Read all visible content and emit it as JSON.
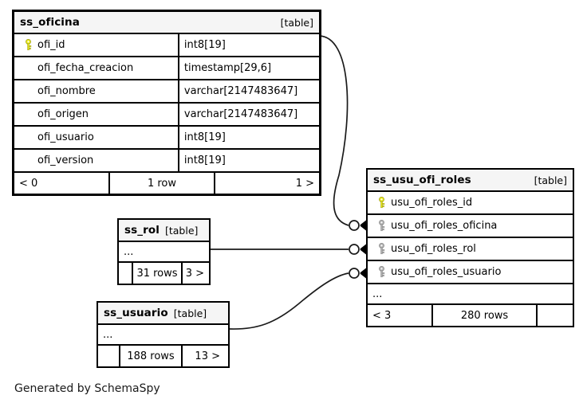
{
  "diagram": {
    "generator_caption": "Generated by SchemaSpy",
    "table_tag": "[table]",
    "ellipsis": "...",
    "colors": {
      "primary_key": "#e8e817",
      "foreign_key": "#b0b0b0",
      "border": "#000000",
      "header_background": "#f5f5f5",
      "background": "#ffffff"
    }
  },
  "tables": {
    "ss_oficina": {
      "name": "ss_oficina",
      "tag": "[table]",
      "columns": [
        {
          "key": "primary",
          "name": "ofi_id",
          "type": "int8[19]"
        },
        {
          "key": "none",
          "name": "ofi_fecha_creacion",
          "type": "timestamp[29,6]"
        },
        {
          "key": "none",
          "name": "ofi_nombre",
          "type": "varchar[2147483647]"
        },
        {
          "key": "none",
          "name": "ofi_origen",
          "type": "varchar[2147483647]"
        },
        {
          "key": "none",
          "name": "ofi_usuario",
          "type": "int8[19]"
        },
        {
          "key": "none",
          "name": "ofi_version",
          "type": "int8[19]"
        }
      ],
      "footer": {
        "left": "< 0",
        "middle": "1 row",
        "right": "1 >"
      }
    },
    "ss_usu_oficina_roles": {
      "name": "ss_usu_ofi_roles",
      "tag": "[table]",
      "columns": [
        {
          "key": "primary",
          "name": "usu_ofi_roles_id"
        },
        {
          "key": "foreign",
          "name": "usu_ofi_roles_oficina"
        },
        {
          "key": "foreign",
          "name": "usu_ofi_roles_rol"
        },
        {
          "key": "foreign",
          "name": "usu_ofi_roles_usuario"
        }
      ],
      "ellipsis": "...",
      "footer": {
        "left": "< 3",
        "middle": "280 rows",
        "right": ""
      }
    },
    "ss_rol": {
      "name": "ss_rol",
      "tag": "[table]",
      "ellipsis": "...",
      "footer": {
        "left": "",
        "middle": "31 rows",
        "right": "3 >"
      }
    },
    "ss_usuario": {
      "name": "ss_usuario",
      "tag": "[table]",
      "ellipsis": "...",
      "footer": {
        "left": "",
        "middle": "188 rows",
        "right": "13 >"
      }
    }
  },
  "relationships": [
    {
      "from": "ss_oficina",
      "to": "usu_ofi_roles_oficina",
      "cardinality": "zero-or-many"
    },
    {
      "from": "ss_rol",
      "to": "usu_ofi_roles_rol",
      "cardinality": "zero-or-many"
    },
    {
      "from": "ss_usuario",
      "to": "usu_ofi_roles_usuario",
      "cardinality": "zero-or-many"
    }
  ]
}
